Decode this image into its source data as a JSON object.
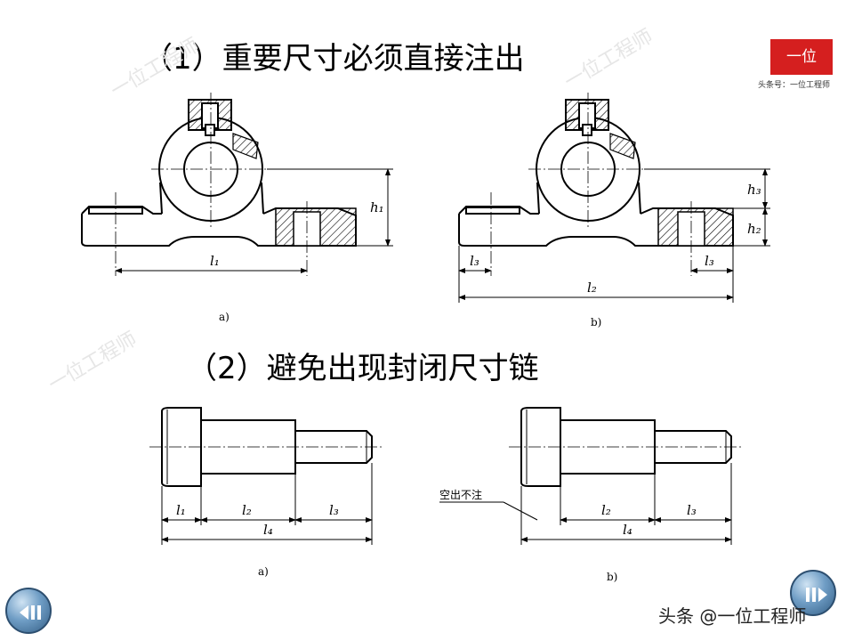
{
  "heading1": "（1）重要尺寸必须直接注出",
  "heading2": "（2）避免出现封闭尺寸链",
  "logo": {
    "text": "一位",
    "subtitle": "头条号：一位工程师"
  },
  "watermark": "一位工程师",
  "footer": "头条 @一位工程师",
  "figure1": {
    "a": {
      "caption": "a)",
      "h": "h₁",
      "l": "l₁"
    },
    "b": {
      "caption": "b)",
      "h_top": "h₃",
      "h_bottom": "h₂",
      "l_left": "l₃",
      "l_right": "l₃",
      "l_total": "l₂"
    }
  },
  "figure2": {
    "a": {
      "caption": "a)",
      "l1": "l₁",
      "l2": "l₂",
      "l3": "l₃",
      "l4": "l₄"
    },
    "b": {
      "caption": "b)",
      "l2": "l₂",
      "l3": "l₃",
      "l4": "l₄",
      "note": "空出不注"
    }
  },
  "colors": {
    "logo_bg": "#d51f1f",
    "hatch": "#000000",
    "button": "#6f9dc5"
  },
  "icons": {
    "prev": "rewind-icon",
    "next": "pause-icon"
  }
}
